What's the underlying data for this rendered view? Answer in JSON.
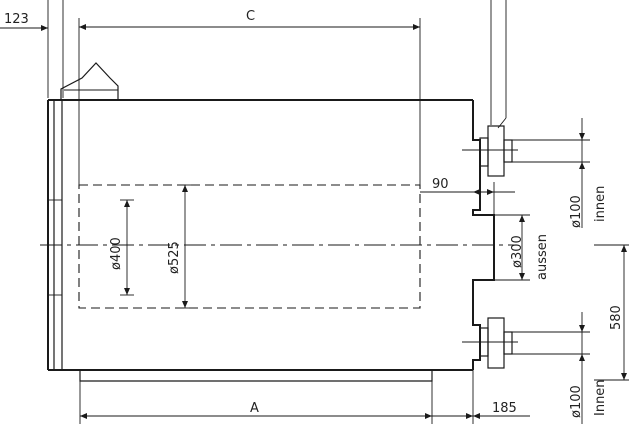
{
  "dimensions": {
    "left_offset": "123",
    "c": "C",
    "a": "A",
    "offset_90": "90",
    "offset_185": "185",
    "inner_diameter": "ø400",
    "outer_diameter": "ø525",
    "flange_mid": "ø300",
    "flange_mid_label": "aussen",
    "pipe_top": "ø100",
    "pipe_top_label": "innen",
    "pipe_bottom": "ø100",
    "pipe_bottom_label": "Innen",
    "spacing_580": "580"
  }
}
